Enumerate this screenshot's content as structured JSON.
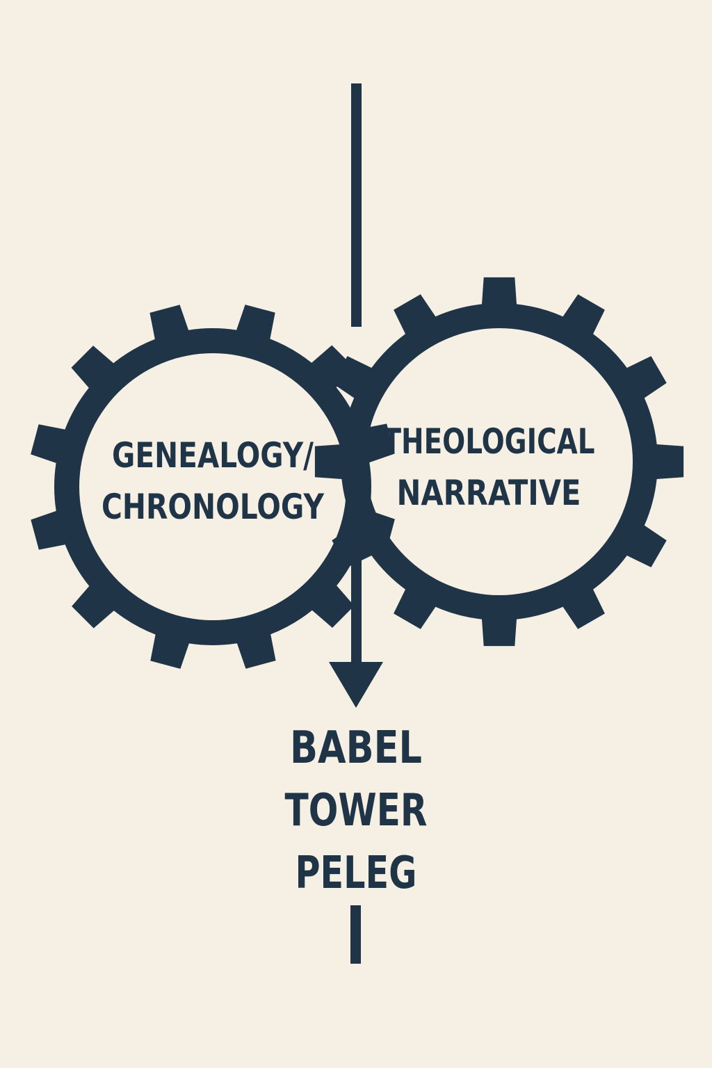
{
  "colors": {
    "background": "#f6efe4",
    "ink": "#1f3447"
  },
  "gears": [
    {
      "name": "gear-left",
      "lines": [
        "GENEALOGY/",
        "CHRONOLOGY"
      ]
    },
    {
      "name": "gear-right",
      "lines": [
        "THEOLOGICAL",
        "NARRATIVE"
      ]
    }
  ],
  "output": {
    "lines": [
      "BABEL",
      "TOWER",
      "PELEG"
    ]
  }
}
